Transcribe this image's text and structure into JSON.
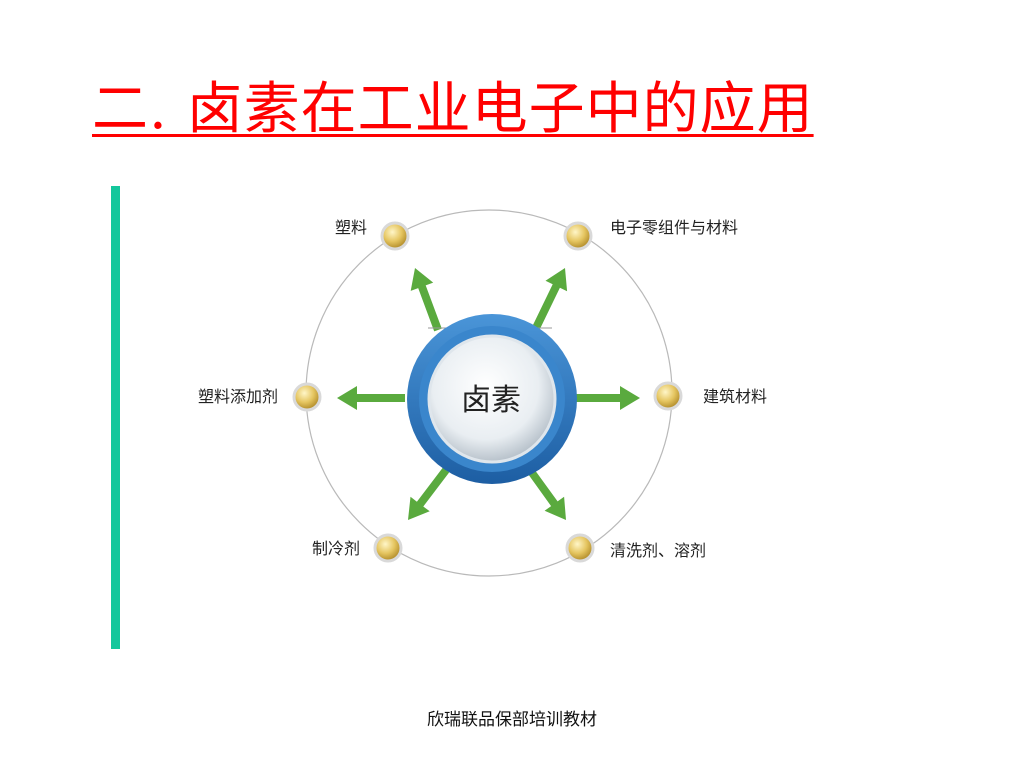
{
  "slide": {
    "title": "二. 卤素在工业电子中的应用",
    "footer": "欣瑞联品保部培训教材"
  },
  "diagram": {
    "center": "卤素",
    "nodes": [
      {
        "id": "plastic",
        "label": "塑料"
      },
      {
        "id": "electronics",
        "label": "电子零组件与材料"
      },
      {
        "id": "building",
        "label": "建筑材料"
      },
      {
        "id": "cleaning",
        "label": "清洗剂、溶剂"
      },
      {
        "id": "refrigerant",
        "label": "制冷剂"
      },
      {
        "id": "additive",
        "label": "塑料添加剂"
      }
    ],
    "colors": {
      "arrow": "#5aaa3e",
      "ring": "#2f78be",
      "node": "#d6b24a",
      "orbit": "#b9b9b9"
    }
  }
}
